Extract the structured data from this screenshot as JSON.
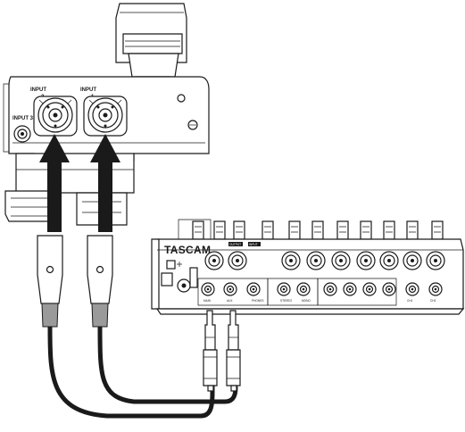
{
  "recorder": {
    "input2_label": "INPUT",
    "input2_num": "2",
    "input1_label": "INPUT",
    "input1_num": "1",
    "input3_label": "INPUT 3"
  },
  "mixer": {
    "brand": "TASCAM",
    "badge_left": "OUTPUT",
    "badge_right": "INPUT",
    "rear_labels": [
      "MAIN",
      "AUX",
      "PHONES",
      "STEREO",
      "MONO",
      "CH1",
      "CH2"
    ]
  },
  "colors": {
    "ink": "#1a1a1a",
    "plug_sleeve": "#9a9a9a",
    "background": "#ffffff"
  },
  "icons": [
    "arrow-up-icon",
    "xlr-jack-icon",
    "trs-plug-icon",
    "usb-icon"
  ]
}
